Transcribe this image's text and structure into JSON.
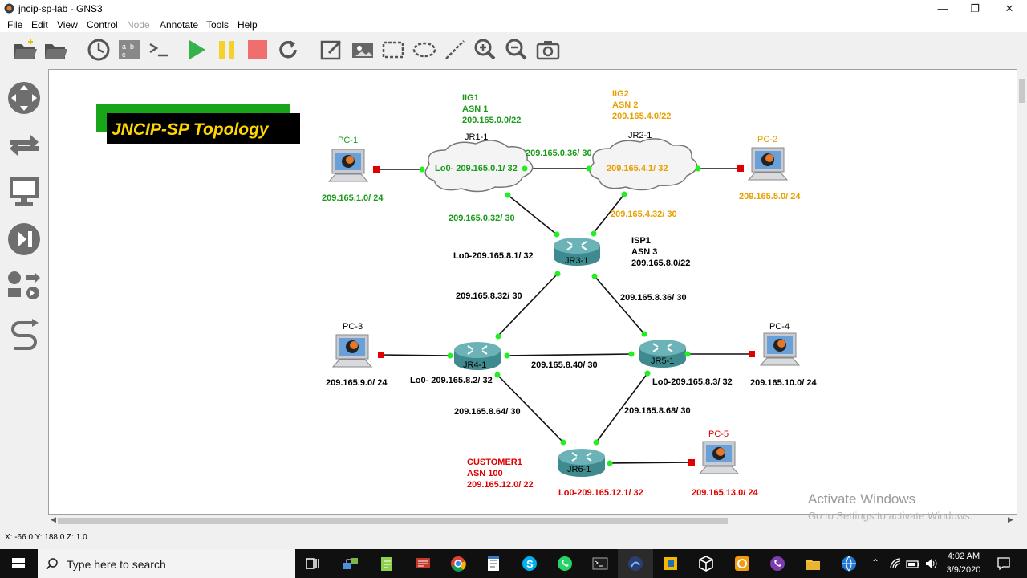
{
  "window": {
    "title": "jncip-sp-lab - GNS3",
    "min": "—",
    "max": "❐",
    "close": "✕"
  },
  "menu": [
    "File",
    "Edit",
    "View",
    "Control",
    "Node",
    "Annotate",
    "Tools",
    "Help"
  ],
  "toolbar_icons": [
    "open-project-icon",
    "open-folder-icon",
    "snapshot-clock-icon",
    "show-interface-labels-icon",
    "console-all-icon",
    "start-all-icon",
    "suspend-all-icon",
    "stop-all-icon",
    "reload-all-icon",
    "add-note-icon",
    "insert-picture-icon",
    "draw-rectangle-icon",
    "draw-ellipse-icon",
    "draw-line-icon",
    "zoom-in-icon",
    "zoom-out-icon",
    "screenshot-icon"
  ],
  "dock_icons": [
    "routers-icon",
    "switches-icon",
    "end-devices-icon",
    "security-devices-icon",
    "all-devices-icon",
    "add-link-icon"
  ],
  "topology": {
    "banner": "JNCIP-SP Topology",
    "nodes": {
      "pc1": "PC-1",
      "pc2": "PC-2",
      "pc3": "PC-3",
      "pc4": "PC-4",
      "pc5": "PC-5",
      "jr1": "JR1-1",
      "jr2": "JR2-1",
      "jr3": "JR3-1",
      "jr4": "JR4-1",
      "jr5": "JR5-1",
      "jr6": "JR6-1"
    },
    "notes": {
      "iig1": [
        "IIG1",
        "ASN 1",
        "209.165.0.0/22"
      ],
      "iig2": [
        "IIG2",
        "ASN 2",
        "209.165.4.0/22"
      ],
      "isp1": [
        "ISP1",
        "ASN 3",
        "209.165.8.0/22"
      ],
      "customer1": [
        "CUSTOMER1",
        "ASN 100",
        "209.165.12.0/ 22"
      ]
    },
    "labels": {
      "pc1_net": "209.165.1.0/ 24",
      "pc2_net": "209.165.5.0/ 24",
      "pc3_net": "209.165.9.0/ 24",
      "pc4_net": "209.165.10.0/ 24",
      "pc5_net": "209.165.13.0/ 24",
      "jr1_lo": "Lo0- 209.165.0.1/ 32",
      "jr2_lo": "209.165.4.1/ 32",
      "jr3_lo": "Lo0-209.165.8.1/ 32",
      "jr4_lo": "Lo0- 209.165.8.2/ 32",
      "jr5_lo": "Lo0-209.165.8.3/ 32",
      "jr6_lo": "Lo0-209.165.12.1/ 32",
      "l_jr1_jr2": "209.165.0.36/ 30",
      "l_jr1_jr3": "209.165.0.32/ 30",
      "l_jr2_jr3": "209.165.4.32/ 30",
      "l_jr3_jr4": "209.165.8.32/ 30",
      "l_jr3_jr5": "209.165.8.36/ 30",
      "l_jr4_jr5": "209.165.8.40/ 30",
      "l_jr4_jr6": "209.165.8.64/ 30",
      "l_jr5_jr6": "209.165.8.68/ 30"
    }
  },
  "status": {
    "coords": "X: -66.0 Y: 188.0 Z: 1.0"
  },
  "activation": {
    "line1": "Activate Windows",
    "line2": "Go to Settings to activate Windows."
  },
  "taskbar": {
    "search_placeholder": "Type here to search",
    "apps": [
      "task-view-icon",
      "network-app-icon",
      "notepadpp-icon",
      "remote-desktop-icon",
      "chrome-icon",
      "notepad-icon",
      "skype-icon",
      "whatsapp-icon",
      "terminal-icon",
      "gns3-icon",
      "virtualbox-icon",
      "box3d-icon",
      "app-orange-icon",
      "viber-icon",
      "file-explorer-icon",
      "globe-app-icon"
    ],
    "time": "4:02 AM",
    "date": "3/9/2020"
  },
  "colors": {
    "green": "#1a9a1a",
    "orange": "#e8a000",
    "red": "#e00000",
    "banner_bg": "#000000",
    "banner_text": "#ffd700",
    "link_dot": "#22ee22",
    "pc_port": "#e00000"
  }
}
